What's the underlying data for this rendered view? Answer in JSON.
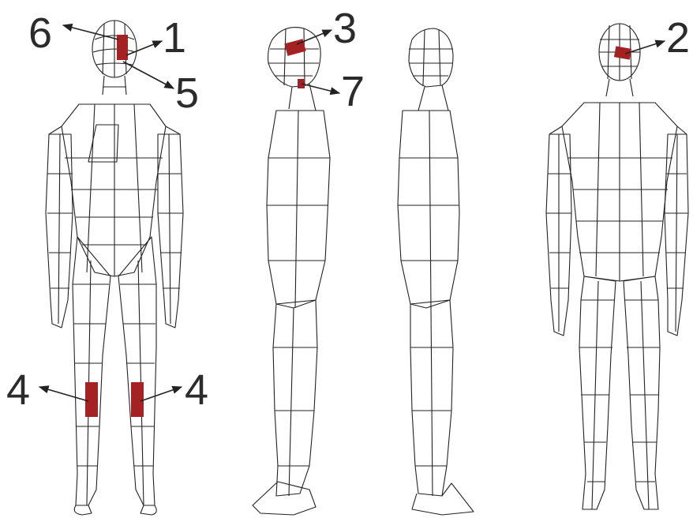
{
  "figure": {
    "colors": {
      "region_marker": "#a52222",
      "shaded_panel": "#7a7a7a",
      "mesh_line": "#222222"
    },
    "views": [
      "front",
      "side-left",
      "side-right",
      "back"
    ],
    "labels": [
      {
        "id": "label-6",
        "text": "6"
      },
      {
        "id": "label-1",
        "text": "1"
      },
      {
        "id": "label-5",
        "text": "5"
      },
      {
        "id": "label-3",
        "text": "3"
      },
      {
        "id": "label-7",
        "text": "7"
      },
      {
        "id": "label-2",
        "text": "2"
      },
      {
        "id": "label-4-left",
        "text": "4"
      },
      {
        "id": "label-4-right",
        "text": "4"
      }
    ]
  }
}
